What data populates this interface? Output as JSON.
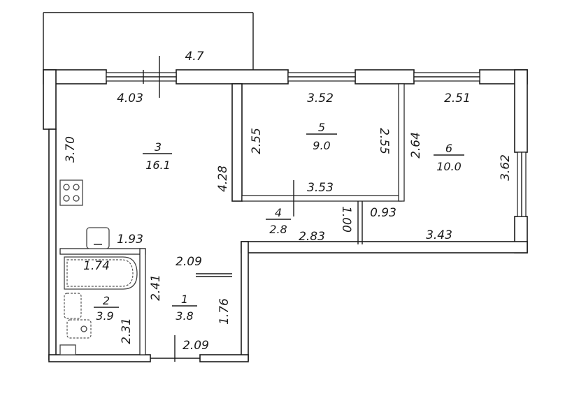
{
  "rooms": [
    {
      "num": "1",
      "area": "3.8"
    },
    {
      "num": "2",
      "area": "3.9"
    },
    {
      "num": "3",
      "area": "16.1"
    },
    {
      "num": "4",
      "area": "2.8"
    },
    {
      "num": "5",
      "area": "9.0"
    },
    {
      "num": "6",
      "area": "10.0"
    }
  ],
  "dims": {
    "balcony_width": "4.7",
    "r3_top": "4.03",
    "r3_left": "3.70",
    "r3_right": "4.28",
    "r5_top": "3.52",
    "r5_left": "2.55",
    "r5_right": "2.55",
    "r5_bottom": "3.53",
    "r6_top": "2.51",
    "r6_left": "2.64",
    "r6_right": "3.62",
    "r6_bottom": "3.43",
    "hall_a": "0.93",
    "hall_b": "1.00",
    "r4_bottom": "2.83",
    "bath_top": "1.93",
    "bath_tub": "1.74",
    "bath_right": "2.41",
    "bath_left": "2.31",
    "r1_top": "2.09",
    "r1_right": "1.76",
    "r1_bottom": "2.09"
  }
}
